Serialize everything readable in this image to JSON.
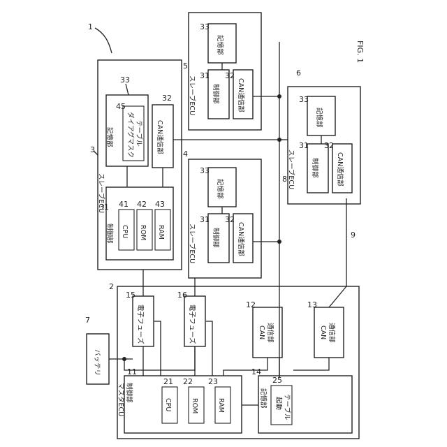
{
  "figure_label": "FIG. 1",
  "refs": {
    "system": "1",
    "master": "2",
    "slave3": "3",
    "slave4": "4",
    "slave5": "5",
    "slave6": "6",
    "battery": "7",
    "bus8": "8",
    "bus9": "9",
    "master_ctrl": "11",
    "can12": "12",
    "can13": "13",
    "master_storage": "14",
    "fuse15": "15",
    "fuse16": "16",
    "cpu": "21",
    "rom": "22",
    "ram": "23",
    "boot_table": "25",
    "slave_ctrl": "31",
    "slave_can": "32",
    "slave_storage": "33",
    "slave_cpu": "41",
    "slave_rom": "42",
    "slave_ram": "43",
    "diag_mask": "45"
  },
  "labels": {
    "slave_ecu": "スレーブECU",
    "master_ecu": "マスタECU",
    "control": "制御部",
    "storage": "記憶部",
    "can_comm": "CAN通信部",
    "can": "CAN",
    "comm": "通信部",
    "cpu": "CPU",
    "rom": "ROM",
    "ram": "RAM",
    "battery": "バッテリ",
    "efuse": "電子フューズ",
    "diag_mask_1": "ダイアグマスク",
    "diag_mask_2": "テーブル",
    "boot_1": "起動",
    "boot_2": "テーブル"
  }
}
